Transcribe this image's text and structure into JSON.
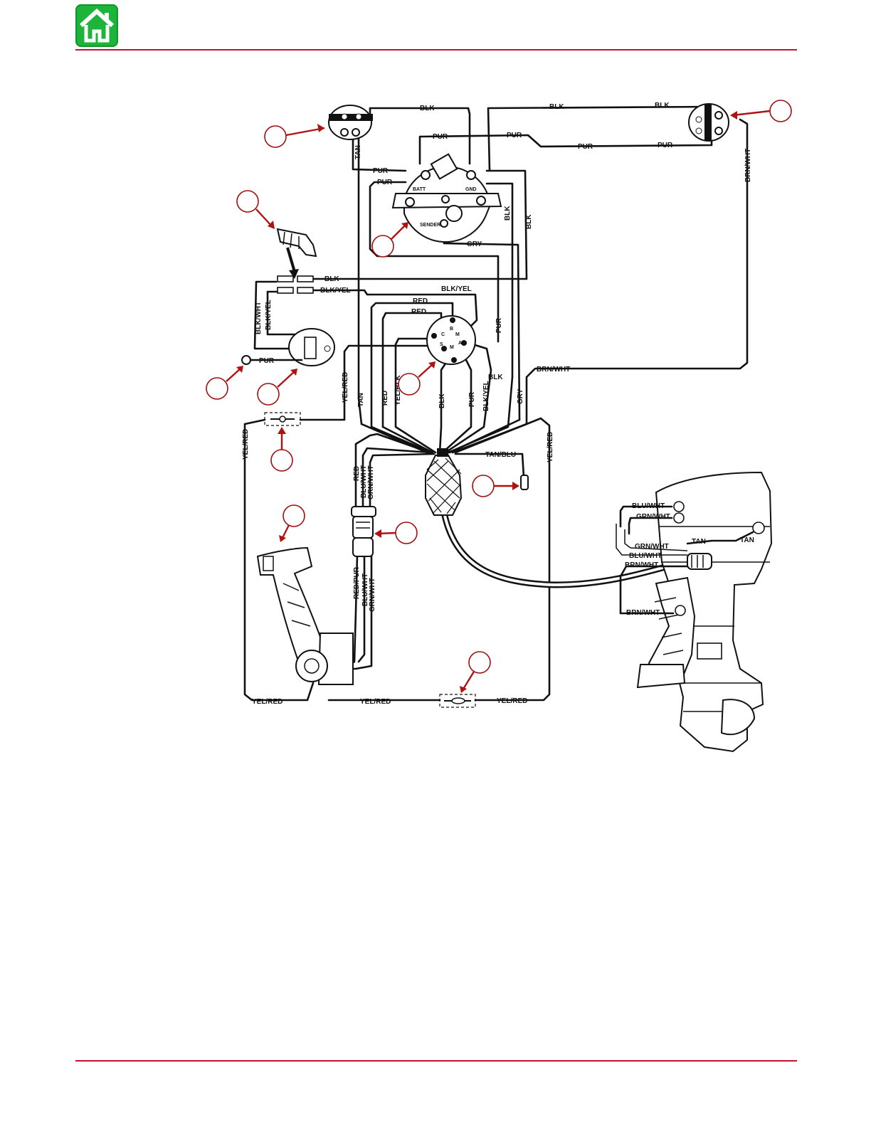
{
  "header": {
    "home_icon": "home-icon",
    "rule_color": "#c8102e",
    "home_color": "#1db43a"
  },
  "diagram": {
    "wire_labels": {
      "blk": "BLK",
      "pur": "PUR",
      "tan": "TAN",
      "gry": "GRY",
      "red": "RED",
      "blk_yel": "BLK/YEL",
      "blk_wht": "BLK/WHT",
      "brn_wht": "BRN/WHT",
      "yel_red": "YEL/RED",
      "yel_blk": "YEL/BLK",
      "tan_blu": "TAN/BLU",
      "blu_wht": "BLU/WHT",
      "grn_wht": "GRN/WHT",
      "red_pur": "RED/PUR"
    },
    "terminal_labels": {
      "batt": "BATT",
      "gnd": "GND",
      "sender": "SENDER",
      "b": "B",
      "c": "C",
      "s": "S",
      "m": "M",
      "a": "A"
    },
    "callout_color": "#b01212"
  }
}
